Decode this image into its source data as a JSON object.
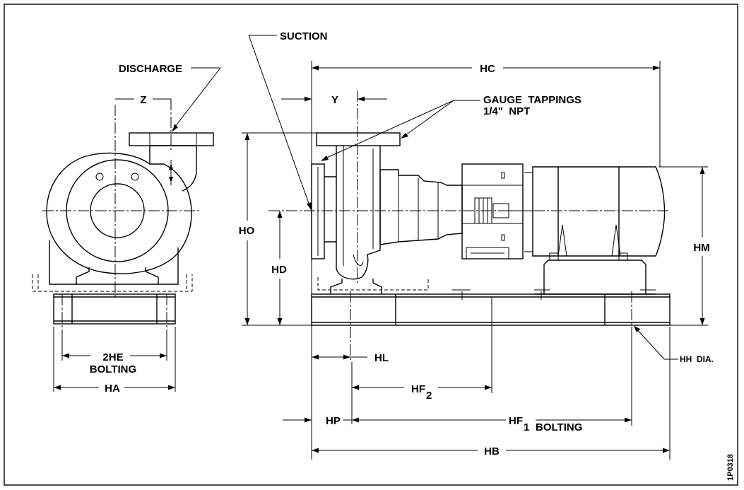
{
  "labels": {
    "suction": "SUCTION",
    "discharge": "DISCHARGE",
    "gauge_tappings_line1": "GAUGE  TAPPINGS",
    "gauge_tappings_line2": "1/4\"  NPT",
    "z": "Z",
    "y": "Y",
    "hc": "HC",
    "ho": "HO",
    "hd": "HD",
    "hm": "HM",
    "he_bolting_line1": "2HE",
    "he_bolting_line2": "BOLTING",
    "ha": "HA",
    "hl": "HL",
    "hf2_main": "HF",
    "hf2_sub": "2",
    "hp": "HP",
    "hf1_main": "HF",
    "hf1_sub": "1",
    "hf1_bolting": "BOLTING",
    "hb": "HB",
    "hh_dia": "HH  DIA.",
    "drawing_number": "1P0318"
  }
}
